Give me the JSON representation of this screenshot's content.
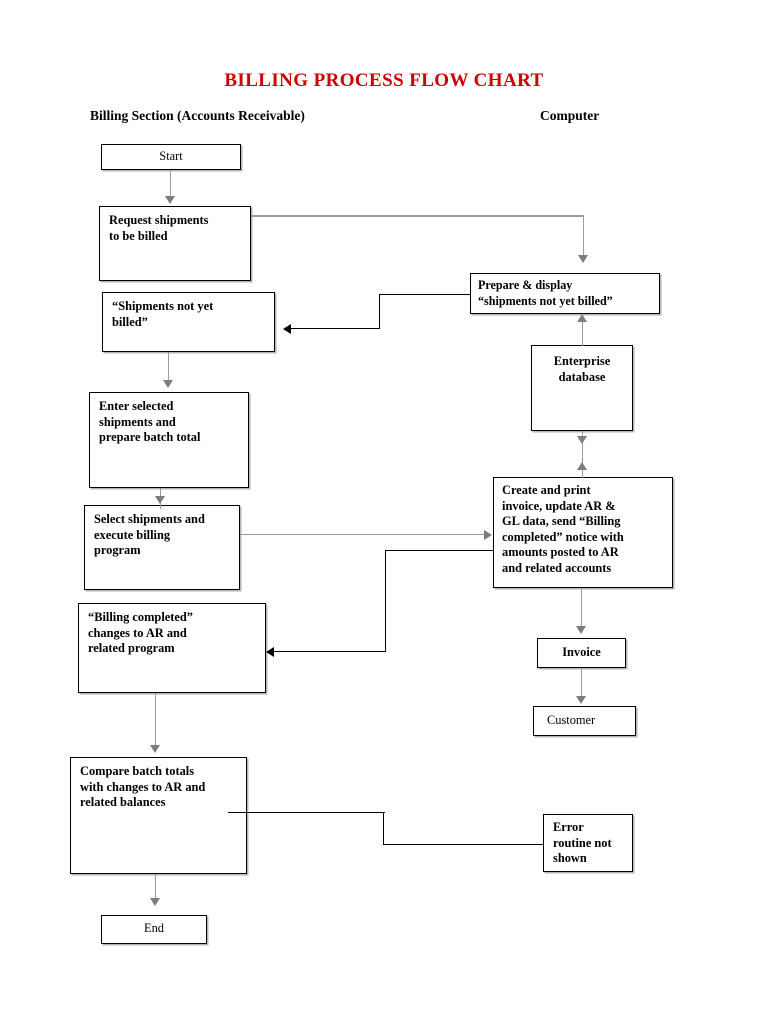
{
  "document": {
    "title": "BILLING PROCESS FLOW CHART",
    "title_color": "#cc0000",
    "page_background": "#ffffff",
    "line_color": "#000000",
    "faint_line_color": "#9b9b9b"
  },
  "columns": [
    {
      "id": "billing-section",
      "label": "Billing Section (Accounts Receivable)"
    },
    {
      "id": "computer",
      "label": "Computer"
    }
  ],
  "chart_data": {
    "type": "diagram",
    "title": "BILLING PROCESS FLOW CHART",
    "lanes": [
      "Billing Section (Accounts Receivable)",
      "Computer"
    ],
    "nodes": [
      {
        "id": "start",
        "lane": "Billing Section (Accounts Receivable)",
        "label": "Start",
        "shape": "terminator",
        "bold": false,
        "align": "center"
      },
      {
        "id": "request-shipments",
        "lane": "Billing Section (Accounts Receivable)",
        "label": "Request shipments\nto be billed",
        "shape": "process",
        "bold": true,
        "align": "left"
      },
      {
        "id": "shipments-not-billed",
        "lane": "Billing Section (Accounts Receivable)",
        "label": "“Shipments not yet\nbilled”",
        "shape": "document",
        "bold": true,
        "align": "left"
      },
      {
        "id": "enter-selected",
        "lane": "Billing Section (Accounts Receivable)",
        "label": "Enter selected\nshipments and\nprepare batch total",
        "shape": "process",
        "bold": true,
        "align": "left"
      },
      {
        "id": "select-execute",
        "lane": "Billing Section (Accounts Receivable)",
        "label": "Select shipments and\nexecute billing\nprogram",
        "shape": "process",
        "bold": true,
        "align": "left"
      },
      {
        "id": "billing-completed",
        "lane": "Billing Section (Accounts Receivable)",
        "label": "“Billing completed”\nchanges to AR and\nrelated program",
        "shape": "document",
        "bold": true,
        "align": "left"
      },
      {
        "id": "compare-batch",
        "lane": "Billing Section (Accounts Receivable)",
        "label": "Compare batch totals\nwith changes to AR and\nrelated balances",
        "shape": "process",
        "bold": true,
        "align": "left"
      },
      {
        "id": "end",
        "lane": "Billing Section (Accounts Receivable)",
        "label": "End",
        "shape": "terminator",
        "bold": false,
        "align": "center"
      },
      {
        "id": "prepare-display",
        "lane": "Computer",
        "label": "Prepare & display\n“shipments not yet billed”",
        "shape": "process",
        "bold": true,
        "align": "left"
      },
      {
        "id": "enterprise-database",
        "lane": "Computer",
        "label": "Enterprise\ndatabase",
        "shape": "database",
        "bold": true,
        "align": "center"
      },
      {
        "id": "create-print",
        "lane": "Computer",
        "label": "Create and print\ninvoice, update AR &\nGL data, send “Billing\ncompleted” notice with\namounts posted to AR\nand related accounts",
        "shape": "process",
        "bold": true,
        "align": "left"
      },
      {
        "id": "invoice",
        "lane": "Computer",
        "label": "Invoice",
        "shape": "document",
        "bold": true,
        "align": "center"
      },
      {
        "id": "customer",
        "lane": "Computer",
        "label": "Customer",
        "shape": "terminator",
        "bold": false,
        "align": "left"
      },
      {
        "id": "error-routine",
        "lane": "Computer",
        "label": "Error\nroutine not\nshown",
        "shape": "process",
        "bold": true,
        "align": "left"
      }
    ],
    "edges": [
      {
        "from": "start",
        "to": "request-shipments",
        "style": "faint",
        "arrow": true
      },
      {
        "from": "request-shipments",
        "to": "prepare-display",
        "style": "faint",
        "arrow": true
      },
      {
        "from": "prepare-display",
        "to": "shipments-not-billed",
        "style": "solid",
        "arrow": true
      },
      {
        "from": "shipments-not-billed",
        "to": "enter-selected",
        "style": "faint",
        "arrow": true
      },
      {
        "from": "enter-selected",
        "to": "select-execute",
        "style": "faint",
        "arrow": true
      },
      {
        "from": "select-execute",
        "to": "create-print",
        "style": "faint",
        "arrow": true
      },
      {
        "from": "enterprise-database",
        "to": "prepare-display",
        "style": "faint",
        "arrow": true
      },
      {
        "from": "enterprise-database",
        "to": "create-print",
        "style": "faint",
        "arrow": true,
        "bidirectional": true
      },
      {
        "from": "create-print",
        "to": "billing-completed",
        "style": "solid",
        "arrow": true
      },
      {
        "from": "create-print",
        "to": "invoice",
        "style": "faint",
        "arrow": true
      },
      {
        "from": "invoice",
        "to": "customer",
        "style": "faint",
        "arrow": true
      },
      {
        "from": "billing-completed",
        "to": "compare-batch",
        "style": "faint",
        "arrow": true
      },
      {
        "from": "compare-batch",
        "to": "error-routine",
        "style": "solid",
        "arrow": false
      },
      {
        "from": "compare-batch",
        "to": "end",
        "style": "faint",
        "arrow": true
      }
    ]
  },
  "nodes": {
    "start": {
      "label": "Start"
    },
    "request_shipments": {
      "label": "Request shipments\nto be billed"
    },
    "shipments_not_billed": {
      "label": "“Shipments not yet\nbilled”"
    },
    "enter_selected": {
      "label": "Enter selected\nshipments and\nprepare batch total"
    },
    "select_execute": {
      "label": "Select shipments and\nexecute billing\nprogram"
    },
    "billing_completed": {
      "label": "“Billing completed”\nchanges to AR and\nrelated program"
    },
    "compare_batch": {
      "label": "Compare batch totals\nwith changes to AR and\nrelated balances"
    },
    "end": {
      "label": "End"
    },
    "prepare_display": {
      "label": "Prepare & display\n“shipments not yet billed”"
    },
    "enterprise_database": {
      "label": "Enterprise\ndatabase"
    },
    "create_print": {
      "label": "Create and print\ninvoice, update AR &\nGL data, send “Billing\ncompleted” notice with\namounts posted to AR\nand related accounts"
    },
    "invoice": {
      "label": "Invoice"
    },
    "customer": {
      "label": "Customer"
    },
    "error_routine": {
      "label": "Error\nroutine not\nshown"
    }
  }
}
